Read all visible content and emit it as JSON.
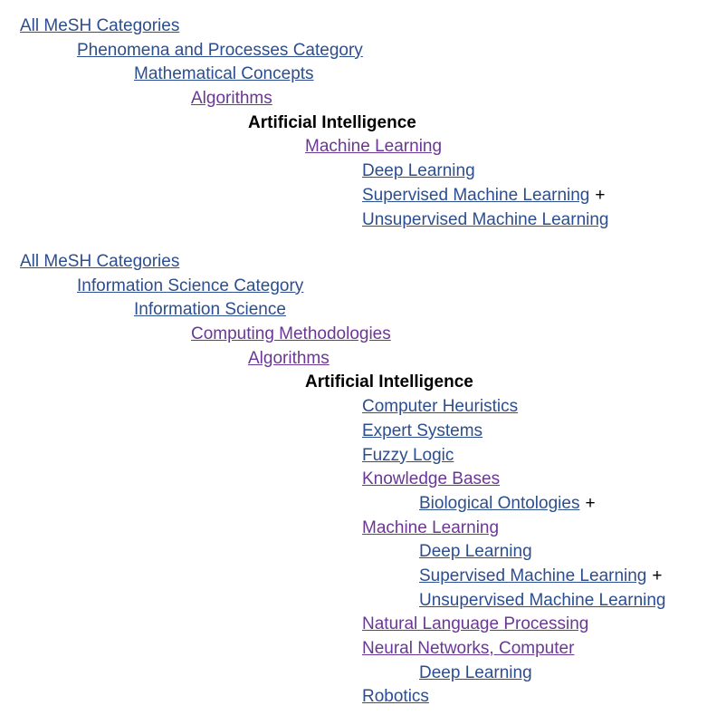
{
  "trees": [
    {
      "items": [
        {
          "level": 0,
          "label": "All MeSH Categories",
          "visited": false
        },
        {
          "level": 1,
          "label": "Phenomena and Processes Category",
          "visited": false
        },
        {
          "level": 2,
          "label": "Mathematical Concepts",
          "visited": false
        },
        {
          "level": 3,
          "label": "Algorithms",
          "visited": true
        },
        {
          "level": 4,
          "label": "Artificial Intelligence",
          "current": true
        },
        {
          "level": 5,
          "label": "Machine Learning",
          "visited": true
        },
        {
          "level": 6,
          "label": "Deep Learning",
          "visited": false
        },
        {
          "level": 6,
          "label": "Supervised Machine Learning",
          "visited": false,
          "plus": "+"
        },
        {
          "level": 6,
          "label": "Unsupervised Machine Learning",
          "visited": false
        }
      ]
    },
    {
      "items": [
        {
          "level": 0,
          "label": "All MeSH Categories",
          "visited": false
        },
        {
          "level": 1,
          "label": "Information Science Category",
          "visited": false
        },
        {
          "level": 2,
          "label": "Information Science",
          "visited": false
        },
        {
          "level": 3,
          "label": "Computing Methodologies",
          "visited": true
        },
        {
          "level": 4,
          "label": "Algorithms",
          "visited": true
        },
        {
          "level": 5,
          "label": "Artificial Intelligence",
          "current": true
        },
        {
          "level": 6,
          "label": "Computer Heuristics",
          "visited": false
        },
        {
          "level": 6,
          "label": "Expert Systems",
          "visited": false
        },
        {
          "level": 6,
          "label": "Fuzzy Logic",
          "visited": false
        },
        {
          "level": 6,
          "label": "Knowledge Bases",
          "visited": true
        },
        {
          "level": 7,
          "label": "Biological Ontologies",
          "visited": false,
          "plus": "+"
        },
        {
          "level": 6,
          "label": "Machine Learning",
          "visited": true
        },
        {
          "level": 7,
          "label": "Deep Learning",
          "visited": false
        },
        {
          "level": 7,
          "label": "Supervised Machine Learning",
          "visited": false,
          "plus": "+"
        },
        {
          "level": 7,
          "label": "Unsupervised Machine Learning",
          "visited": false
        },
        {
          "level": 6,
          "label": "Natural Language Processing",
          "visited": true
        },
        {
          "level": 6,
          "label": "Neural Networks, Computer",
          "visited": true
        },
        {
          "level": 7,
          "label": "Deep Learning",
          "visited": false
        },
        {
          "level": 6,
          "label": "Robotics",
          "visited": false
        }
      ]
    }
  ]
}
